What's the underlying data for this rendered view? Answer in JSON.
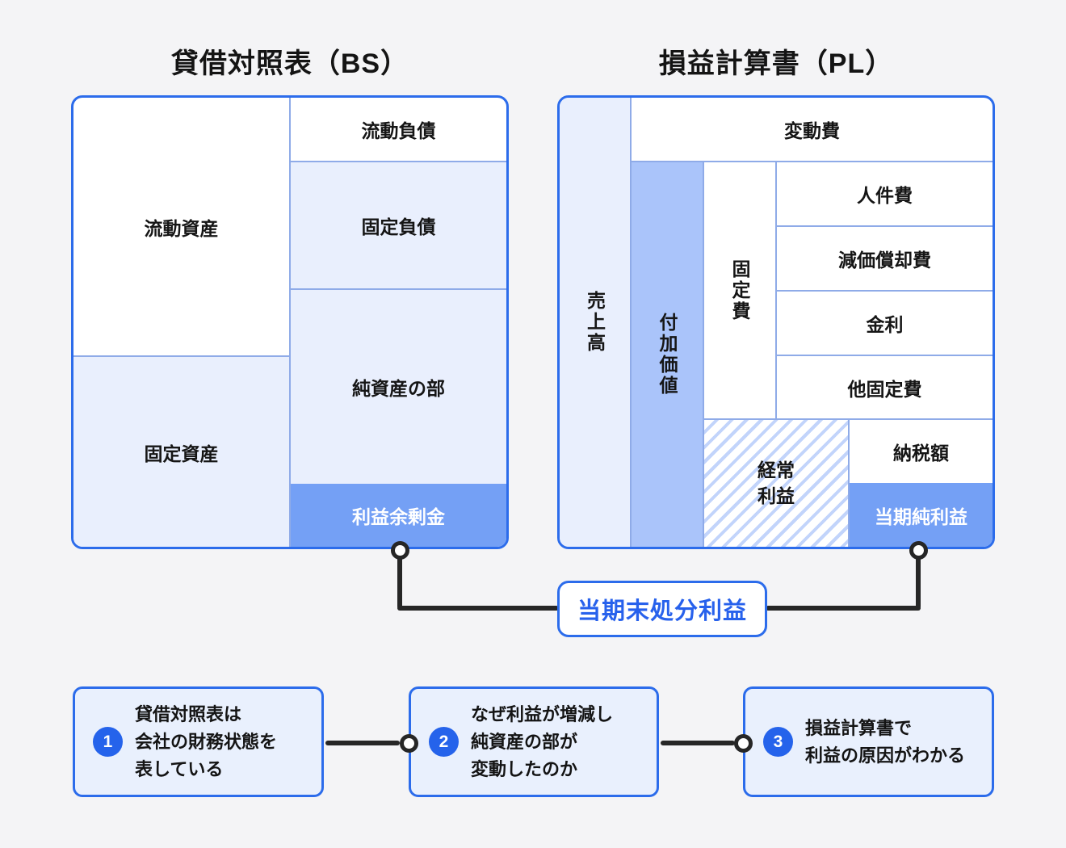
{
  "bs": {
    "title": "貸借対照表（BS）",
    "cells": {
      "current_assets": "流動資産",
      "fixed_assets": "固定資産",
      "current_liabilities": "流動負債",
      "fixed_liabilities": "固定負債",
      "net_assets": "純資産の部",
      "retained_earnings": "利益余剰金"
    }
  },
  "pl": {
    "title": "損益計算書（PL）",
    "cells": {
      "sales": "売上高",
      "variable_costs": "変動費",
      "added_value": "付加価値",
      "fixed_costs": "固定費",
      "personnel": "人件費",
      "depreciation": "減価償却費",
      "interest": "金利",
      "other_fixed": "他固定費",
      "ordinary_profit": "経常利益",
      "tax": "納税額",
      "net_income": "当期純利益"
    }
  },
  "link": {
    "label": "当期末処分利益"
  },
  "steps": [
    {
      "number": "1",
      "lines": [
        "貸借対照表は",
        "会社の財務状態を",
        "表している"
      ]
    },
    {
      "number": "2",
      "lines": [
        "なぜ利益が増減し",
        "純資産の部が",
        "変動したのか"
      ]
    },
    {
      "number": "3",
      "lines": [
        "損益計算書で",
        "利益の原因がわかる"
      ]
    }
  ],
  "colors": {
    "page_bg": "#f4f4f6",
    "panel_border": "#2c6ceb",
    "divider": "#8fabe8",
    "fill_light": "#e9effd",
    "fill_mid": "#aac4fa",
    "fill_strong": "#74a0f5",
    "hatch_stripe": "#c2d4fb",
    "link_text": "#2761ec",
    "badge_bg": "#2563eb",
    "wire": "#262626"
  }
}
